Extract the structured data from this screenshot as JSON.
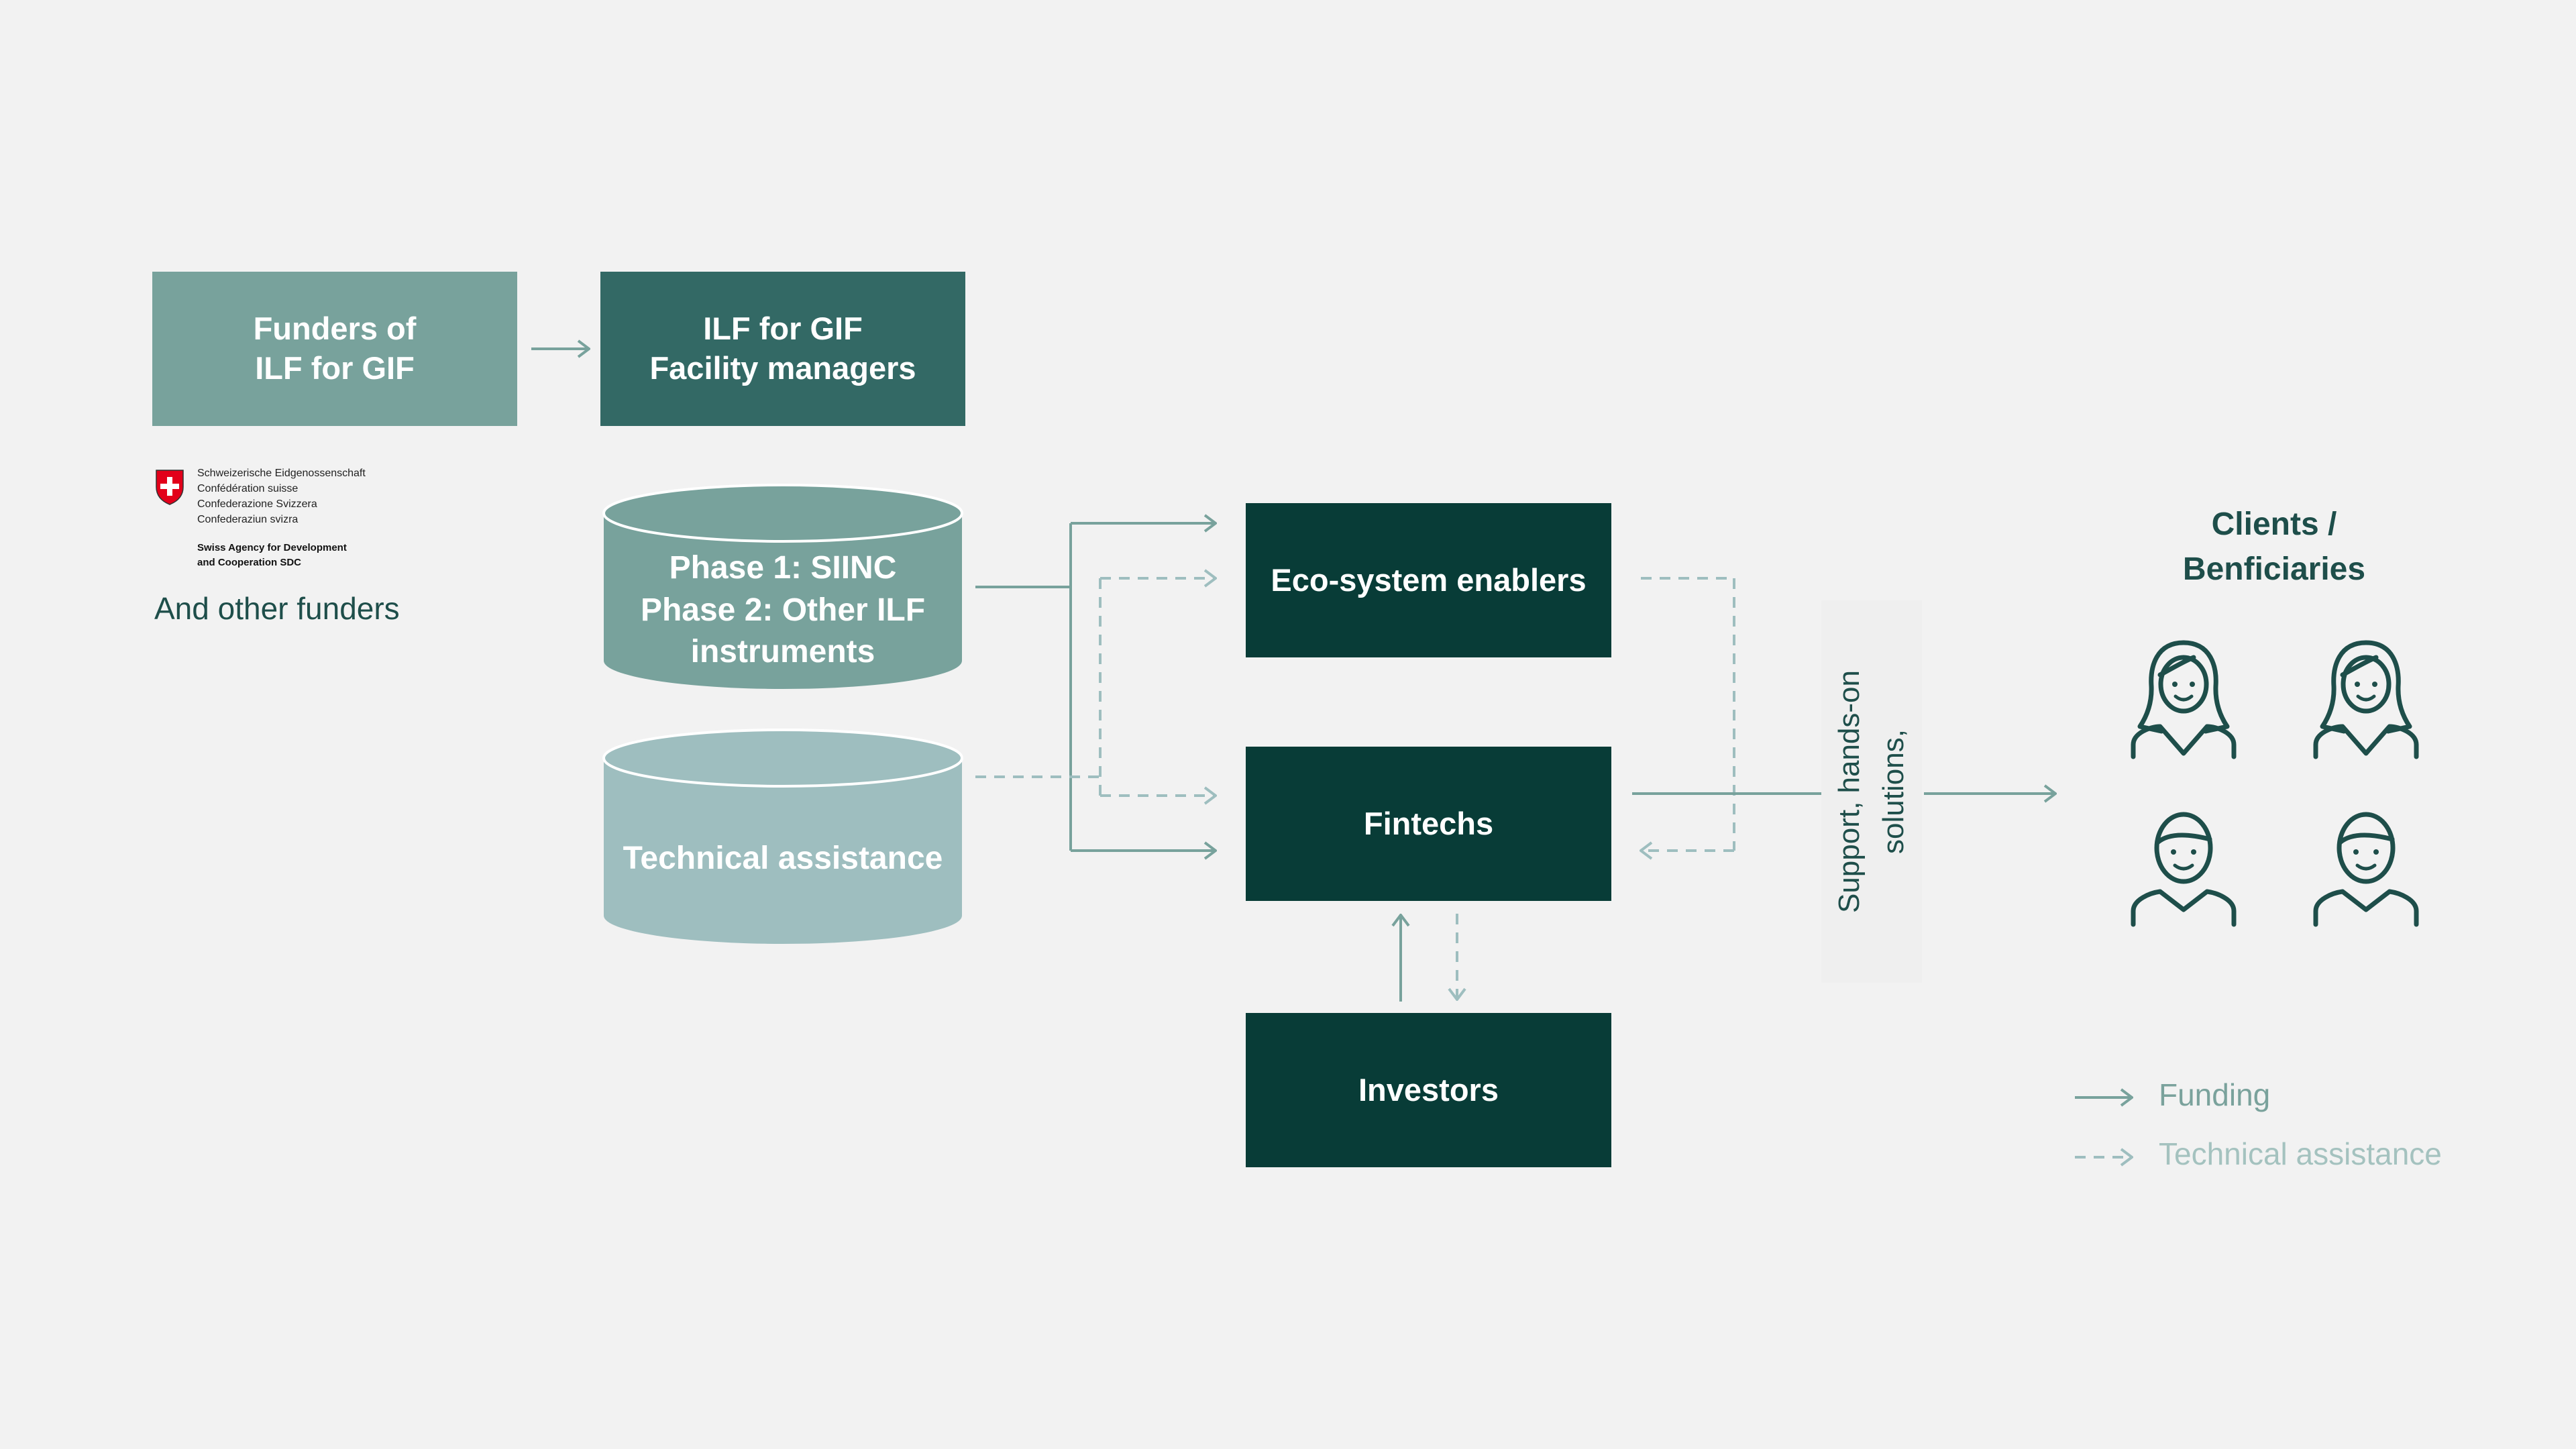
{
  "boxes": {
    "funders": "Funders of\nILF for GIF",
    "facility_managers": "ILF for GIF\nFacility managers",
    "eco_system": "Eco-system enablers",
    "fintechs": "Fintechs",
    "investors": "Investors"
  },
  "cylinders": {
    "phases": "Phase 1: SIINC\nPhase 2: Other ILF\ninstruments",
    "technical_assistance": "Technical assistance"
  },
  "sdc_logo": {
    "lines": "Schweizerische Eidgenossenschaft\nConfédération suisse\nConfederazione Svizzera\nConfederaziun svizra",
    "agency": "Swiss Agency for Development\nand Cooperation SDC"
  },
  "other_funders": "And other funders",
  "clients_title": "Clients /\nBenficiaries",
  "support_label": "Support, hands-on\nsolutions,",
  "legend": {
    "funding": "Funding",
    "technical_assistance": "Technical assistance"
  },
  "icons": {
    "clients": [
      "woman-icon",
      "woman-icon",
      "man-icon",
      "man-icon"
    ],
    "logo": "swiss-cross-shield-icon"
  },
  "colors": {
    "funders": "#78a29c",
    "facility_managers": "#336965",
    "actors": "#083c37",
    "cylinder_phases": "#78a29c",
    "cylinder_ta": "#9ebebf",
    "funding_arrow": "#78a29c",
    "ta_arrow": "#9ebebf",
    "icon_stroke": "#1e4e4a"
  }
}
